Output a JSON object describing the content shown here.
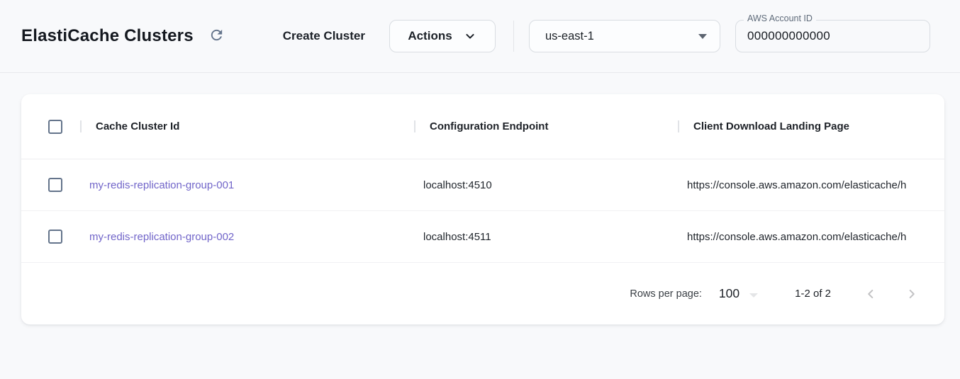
{
  "header": {
    "title": "ElastiCache Clusters",
    "create_label": "Create Cluster",
    "actions_label": "Actions",
    "region_value": "us-east-1",
    "account_label": "AWS Account ID",
    "account_value": "000000000000"
  },
  "table": {
    "columns": [
      "Cache Cluster Id",
      "Configuration Endpoint",
      "Client Download Landing Page"
    ],
    "rows": [
      {
        "id": "my-redis-replication-group-001",
        "endpoint": "localhost:4510",
        "landing_page": "https://console.aws.amazon.com/elasticache/h"
      },
      {
        "id": "my-redis-replication-group-002",
        "endpoint": "localhost:4511",
        "landing_page": "https://console.aws.amazon.com/elasticache/h"
      }
    ]
  },
  "pagination": {
    "rows_per_page_label": "Rows per page:",
    "rows_per_page_value": "100",
    "range": "1-2 of 2"
  },
  "icons": {
    "refresh": "refresh-icon",
    "actions_chevron": "chevron-down-icon",
    "region_arrow": "dropdown-arrow-icon",
    "rows_caret": "caret-down-icon",
    "prev": "chevron-left-icon",
    "next": "chevron-right-icon"
  },
  "colors": {
    "link_purple": "#7165c9",
    "checkbox_slate": "#64748b",
    "page_background": "#f8f9fb",
    "card_background": "#ffffff"
  }
}
